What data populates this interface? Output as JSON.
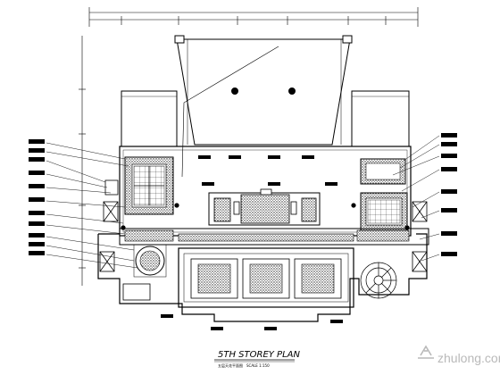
{
  "drawing": {
    "title": "5TH STOREY PLAN",
    "subtitle": "五层天花平面图　SCALE 1:150"
  },
  "watermark": {
    "text": "zhulong.com"
  },
  "colors": {
    "line": "#000000",
    "hatch": "#333333",
    "leader": "#1a1a1a",
    "watermark": "#b9b9b9"
  }
}
